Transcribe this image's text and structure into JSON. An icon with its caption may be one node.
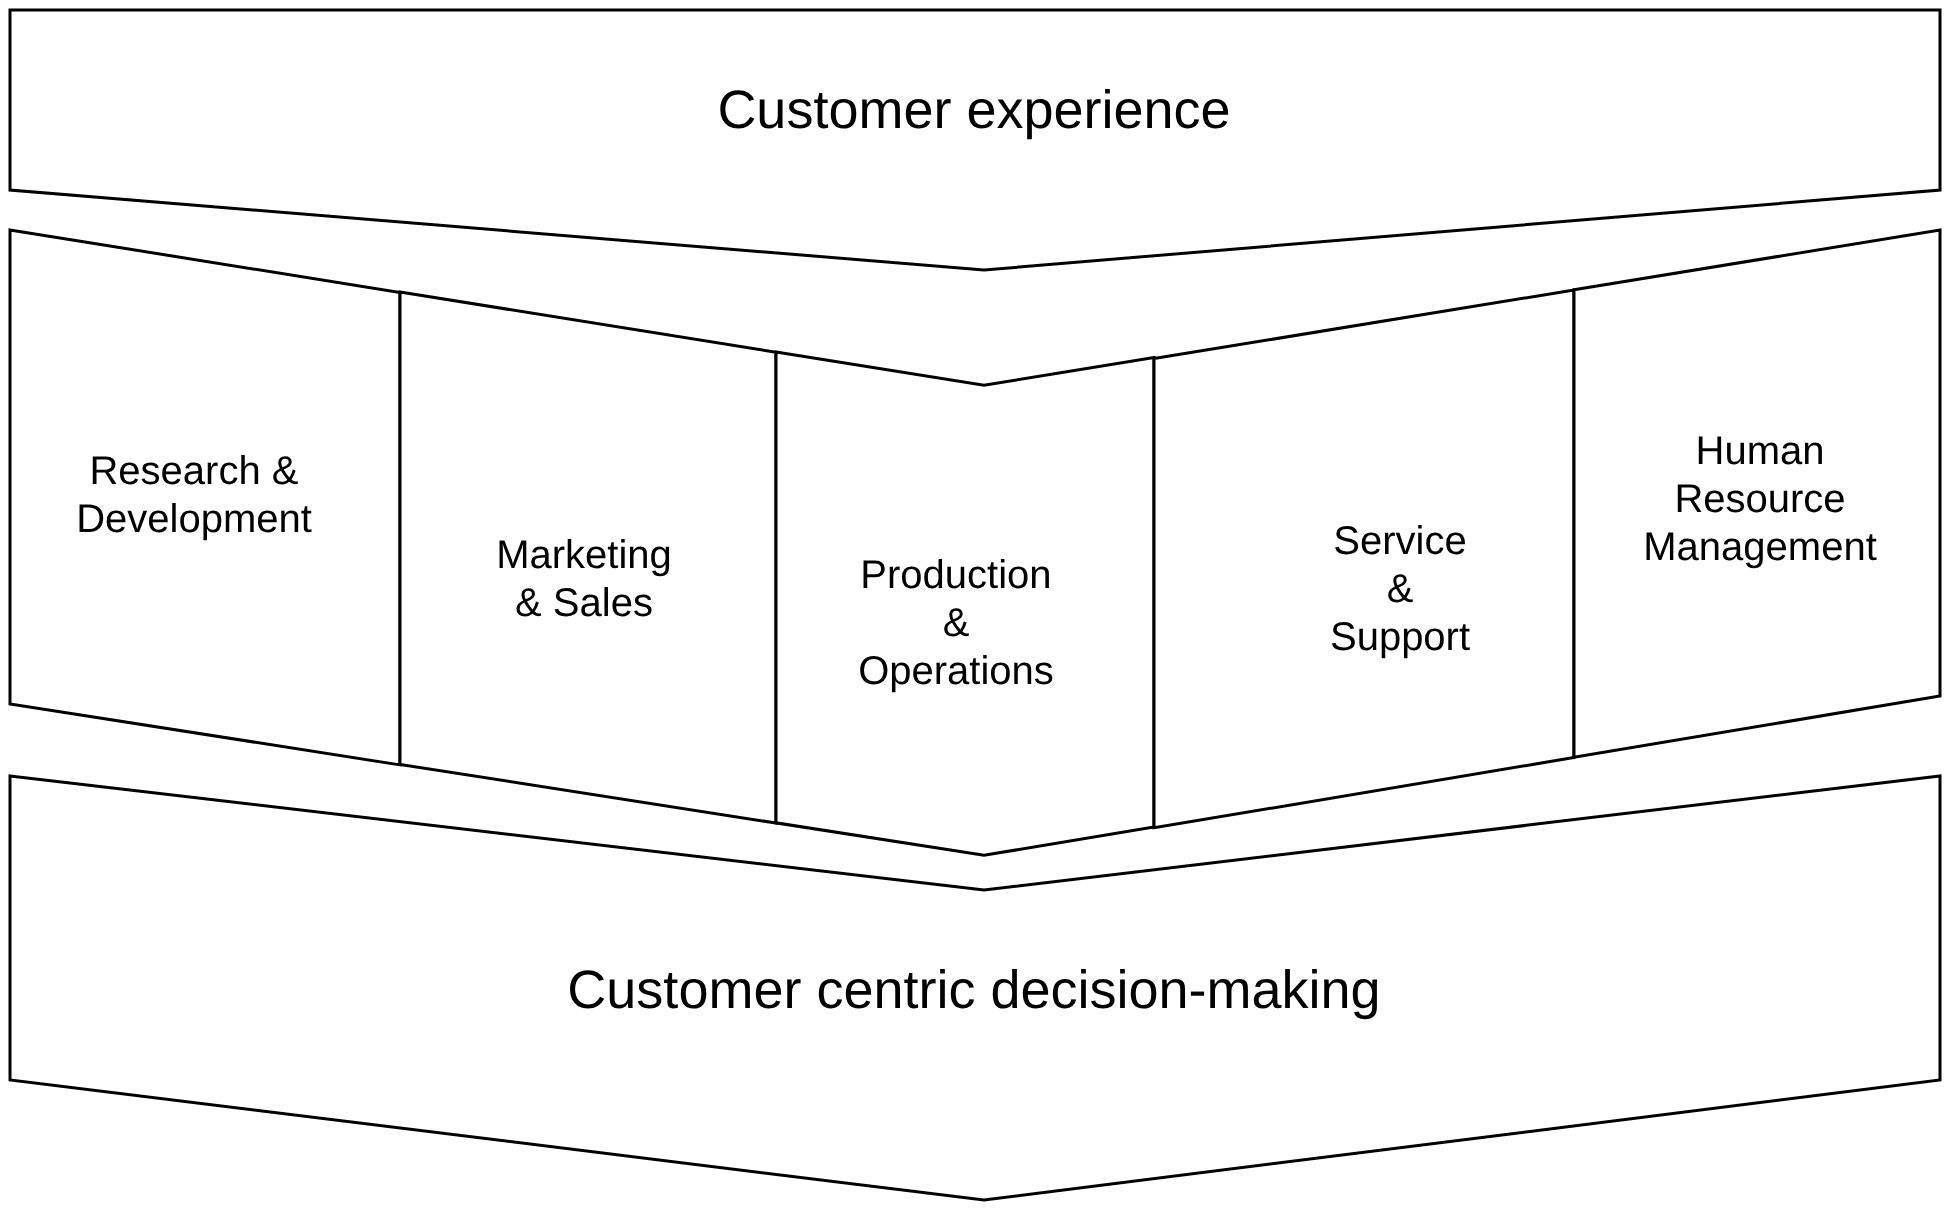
{
  "diagram": {
    "nodes": [
      {
        "text": [
          "Customer experience"
        ]
      },
      {
        "text": [
          "Research & Development"
        ]
      },
      {
        "text": [
          "Marketing & Sales"
        ]
      },
      {
        "text": [
          "Production & Operations"
        ]
      },
      {
        "text": [
          "Service & Support"
        ]
      },
      {
        "text": [
          "Human Resource Management"
        ]
      },
      {
        "text": [
          "Customer centric decision-making"
        ]
      }
    ]
  }
}
